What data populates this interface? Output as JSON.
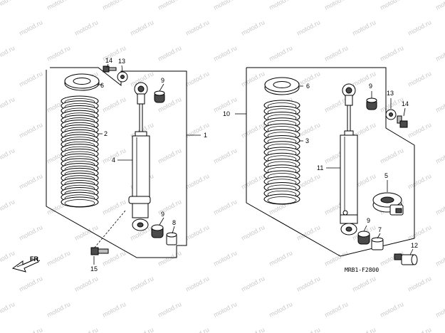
{
  "watermark": "motod.ru",
  "direction": {
    "label": "FR."
  },
  "diagram_code": "MRB1-F2800",
  "callouts": {
    "c1": "1",
    "c2": "2",
    "c3": "3",
    "c4": "4",
    "c5": "5",
    "c6a": "6",
    "c6b": "6",
    "c7": "7",
    "c8": "8",
    "c9a": "9",
    "c9b": "9",
    "c9c": "9",
    "c9d": "9",
    "c10": "10",
    "c11": "11",
    "c12": "12",
    "c13a": "13",
    "c13b": "13",
    "c14a": "14",
    "c14b": "14",
    "c15": "15"
  }
}
